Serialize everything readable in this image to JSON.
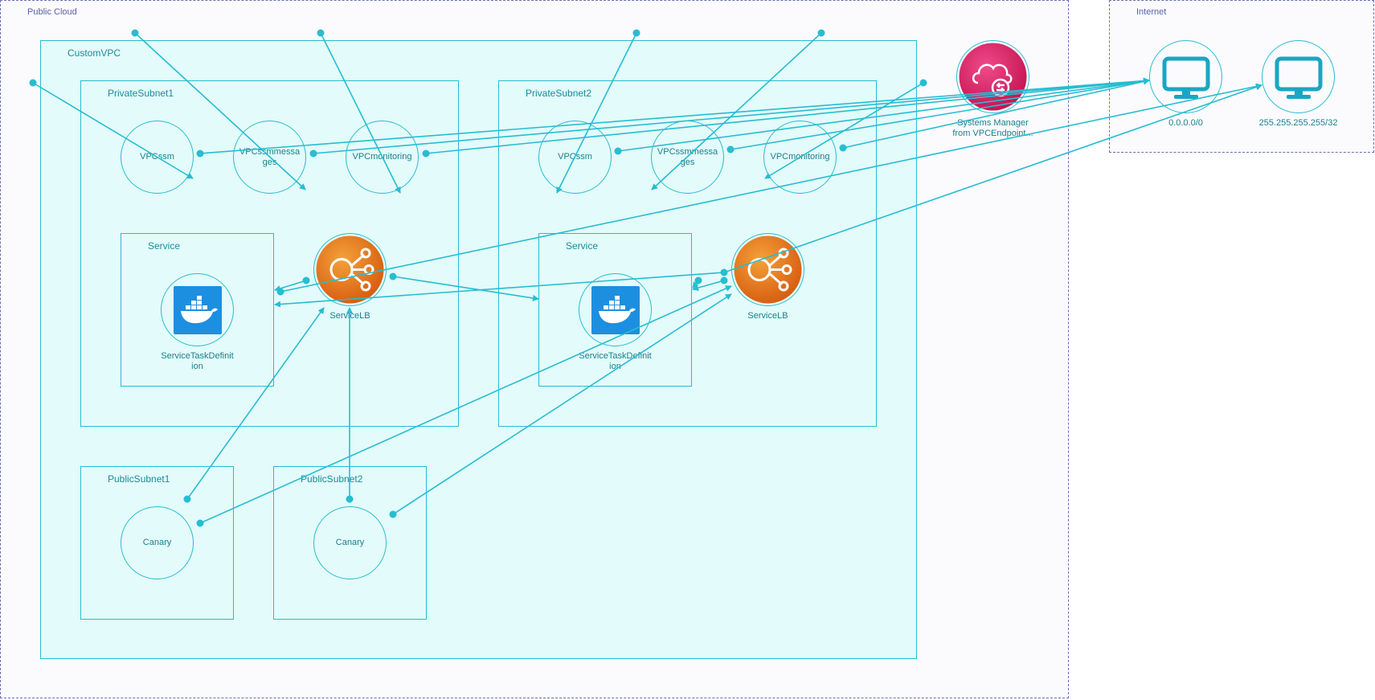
{
  "groups": {
    "public_cloud": "Public Cloud",
    "internet": "Internet",
    "custom_vpc": "CustomVPC",
    "private_subnet_1": "PrivateSubnet1",
    "private_subnet_2": "PrivateSubnet2",
    "public_subnet_1": "PublicSubnet1",
    "public_subnet_2": "PublicSubnet2",
    "service_1": "Service",
    "service_2": "Service"
  },
  "nodes": {
    "vpc_ssm_1": "VPCssm",
    "vpc_ssmmessages_1": "VPCssmmessages",
    "vpc_monitoring_1": "VPCmonitoring",
    "vpc_ssm_2": "VPCssm",
    "vpc_ssmmessages_2": "VPCssmmessages",
    "vpc_monitoring_2": "VPCmonitoring",
    "task_def_1": "ServiceTaskDefinition",
    "task_def_2": "ServiceTaskDefinition",
    "service_lb_1": "ServiceLB",
    "service_lb_2": "ServiceLB",
    "canary_1": "Canary",
    "canary_2": "Canary",
    "systems_manager": "Systems Manager from VPCEndpoint...",
    "internet_any": "0.0.0.0/0",
    "internet_bcast": "255.255.255.255/32"
  },
  "icons": {
    "docker": "docker-icon",
    "load_balancer": "load-balancer-icon",
    "systems_manager": "systems-manager-icon",
    "monitor": "monitor-icon"
  },
  "colors": {
    "edge": "#27bdd1",
    "vpc_fill": "#e3fbfa",
    "dashed_border": "#6a6fb5",
    "docker_blue": "#1d8fe0",
    "lb_orange": "#e8741a",
    "ssm_pink": "#d4185f",
    "monitor_teal": "#1aa6c4"
  }
}
